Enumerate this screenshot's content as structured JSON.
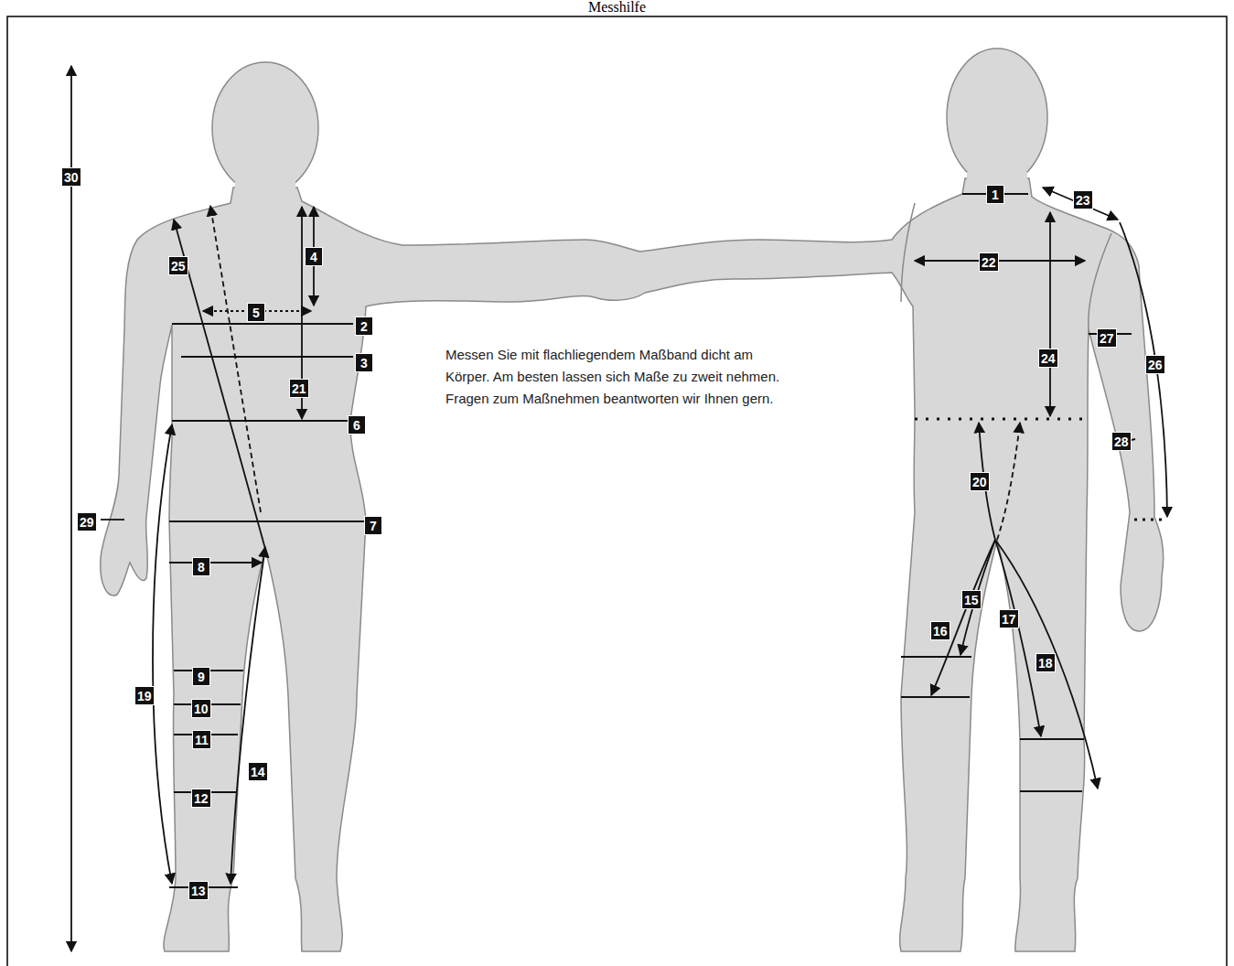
{
  "diagram": {
    "title": "Messhilfe",
    "labels": [
      "30",
      "1",
      "23",
      "25",
      "4",
      "22",
      "5",
      "2",
      "27",
      "24",
      "3",
      "26",
      "21",
      "6",
      "28",
      "20",
      "29",
      "7",
      "8",
      "15",
      "17",
      "16",
      "18",
      "9",
      "19",
      "10",
      "11",
      "14",
      "12",
      "13",
      "Messen Sie mit flachliegendem Maßband dicht am Körper. Am besten lassen sich Maße zu zweit nehmen. Fragen zum Maßnehmen beantworten wir Ihnen gern."
    ]
  }
}
